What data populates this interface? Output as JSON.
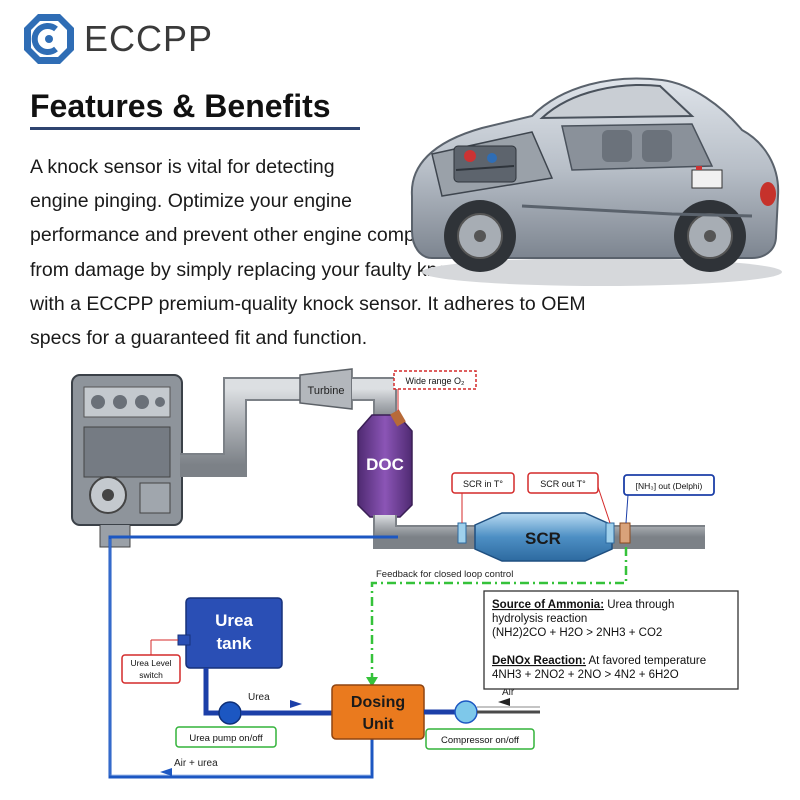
{
  "brand": {
    "logo_icon": "eccpp-octagon-logo-icon",
    "name": "ECCPP",
    "accent_color": "#2f6db5"
  },
  "heading": {
    "title": "Features & Benefits",
    "rule_color": "#2e4470"
  },
  "description": {
    "lines": [
      "A knock sensor is vital for detecting",
      "engine pinging. Optimize your engine",
      "performance and prevent other engine components",
      "from damage by simply replacing your faulty knock sensor",
      "with a ECCPP premium-quality knock sensor. It adheres to OEM",
      "specs for a guaranteed fit and function."
    ]
  },
  "car_illustration": {
    "icon": "cutaway-sports-car-icon"
  },
  "diagram": {
    "engine_icon": "engine-block-icon",
    "components": {
      "turbine": "Turbine",
      "doc": "DOC",
      "scr": "SCR",
      "urea_tank": [
        "Urea",
        "tank"
      ],
      "dosing_unit": [
        "Dosing",
        "Unit"
      ]
    },
    "sensor_labels": {
      "wide_range_o2": "Wide range O₂",
      "scr_in": "SCR in T°",
      "scr_out": "SCR out T°",
      "nh3_out": "[NH₃] out (Delphi)",
      "urea_level": [
        "Urea Level",
        "switch"
      ],
      "urea_pump": "Urea pump on/off",
      "compressor": "Compressor on/off"
    },
    "flow_labels": {
      "feedback": "Feedback for closed loop control",
      "urea": "Urea",
      "air": "Air",
      "air_urea": "Air + urea"
    },
    "info_box": {
      "ammonia_title": "Source of Ammonia:",
      "ammonia_text": " Urea through",
      "ammonia_line2": "hydrolysis reaction",
      "ammonia_eq": "(NH2)2CO + H2O > 2NH3 + CO2",
      "denox_title": "DeNOx Reaction:",
      "denox_text": " At favored temperature",
      "denox_eq": "4NH3 + 2NO2 + 2NO > 4N2 + 6H2O"
    },
    "colors": {
      "pipe": "#a9adb2",
      "doc": "#6d3d95",
      "scr": "#4d8fc4",
      "tank": "#2a4fb5",
      "dosing": "#ea7a1e",
      "line": "#1c57c2",
      "feedback": "#35c23a",
      "sensor_red": "#d42a2a",
      "sensor_green": "#33b33a"
    }
  }
}
